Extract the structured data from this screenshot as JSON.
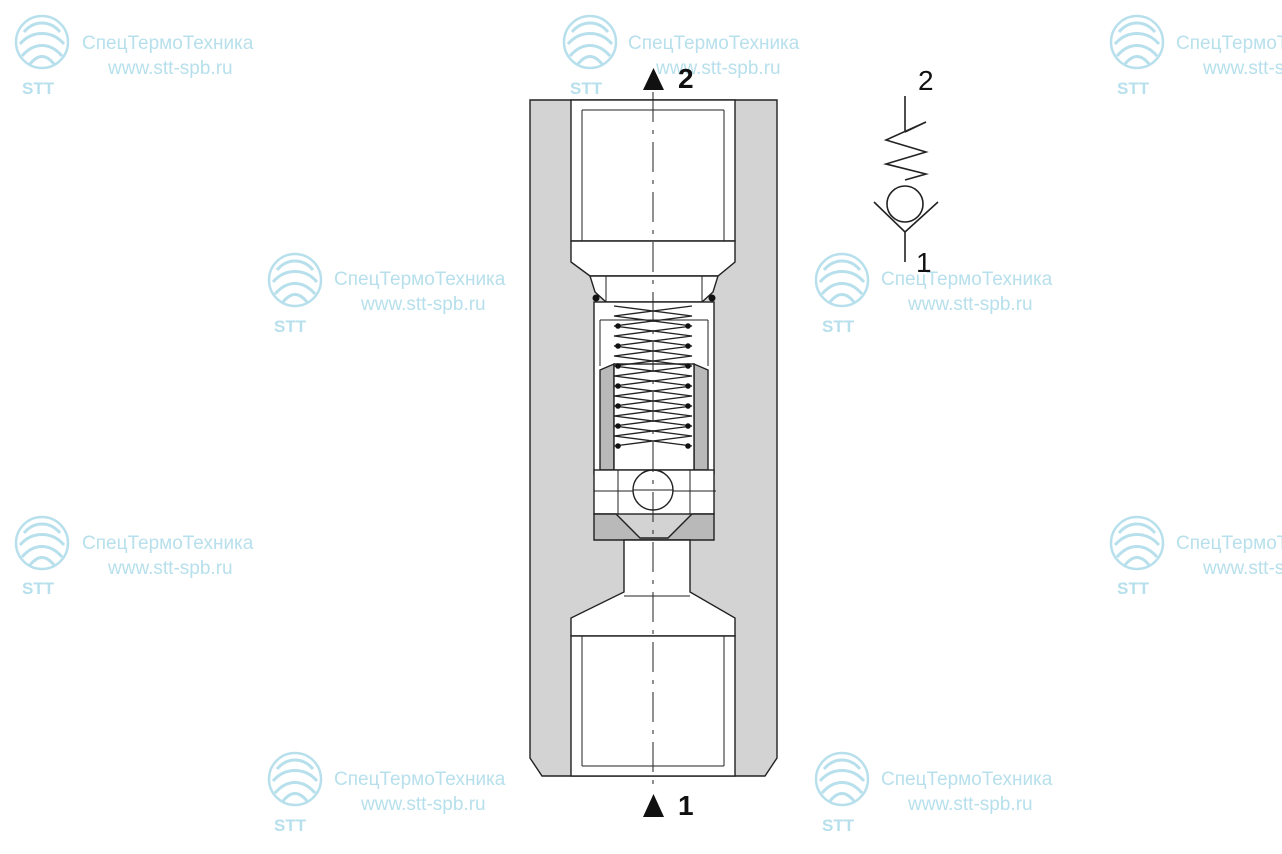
{
  "watermark": {
    "company": "СпецТермоТехника",
    "url": "www.stt-spb.ru",
    "logo_text": "STT",
    "color": "#b7e0ec"
  },
  "valve": {
    "port_top_label": "2",
    "port_bottom_label": "1",
    "body_color": "#d3d3d3",
    "line_color": "#222222"
  },
  "symbol": {
    "top_label": "2",
    "bottom_label": "1"
  }
}
